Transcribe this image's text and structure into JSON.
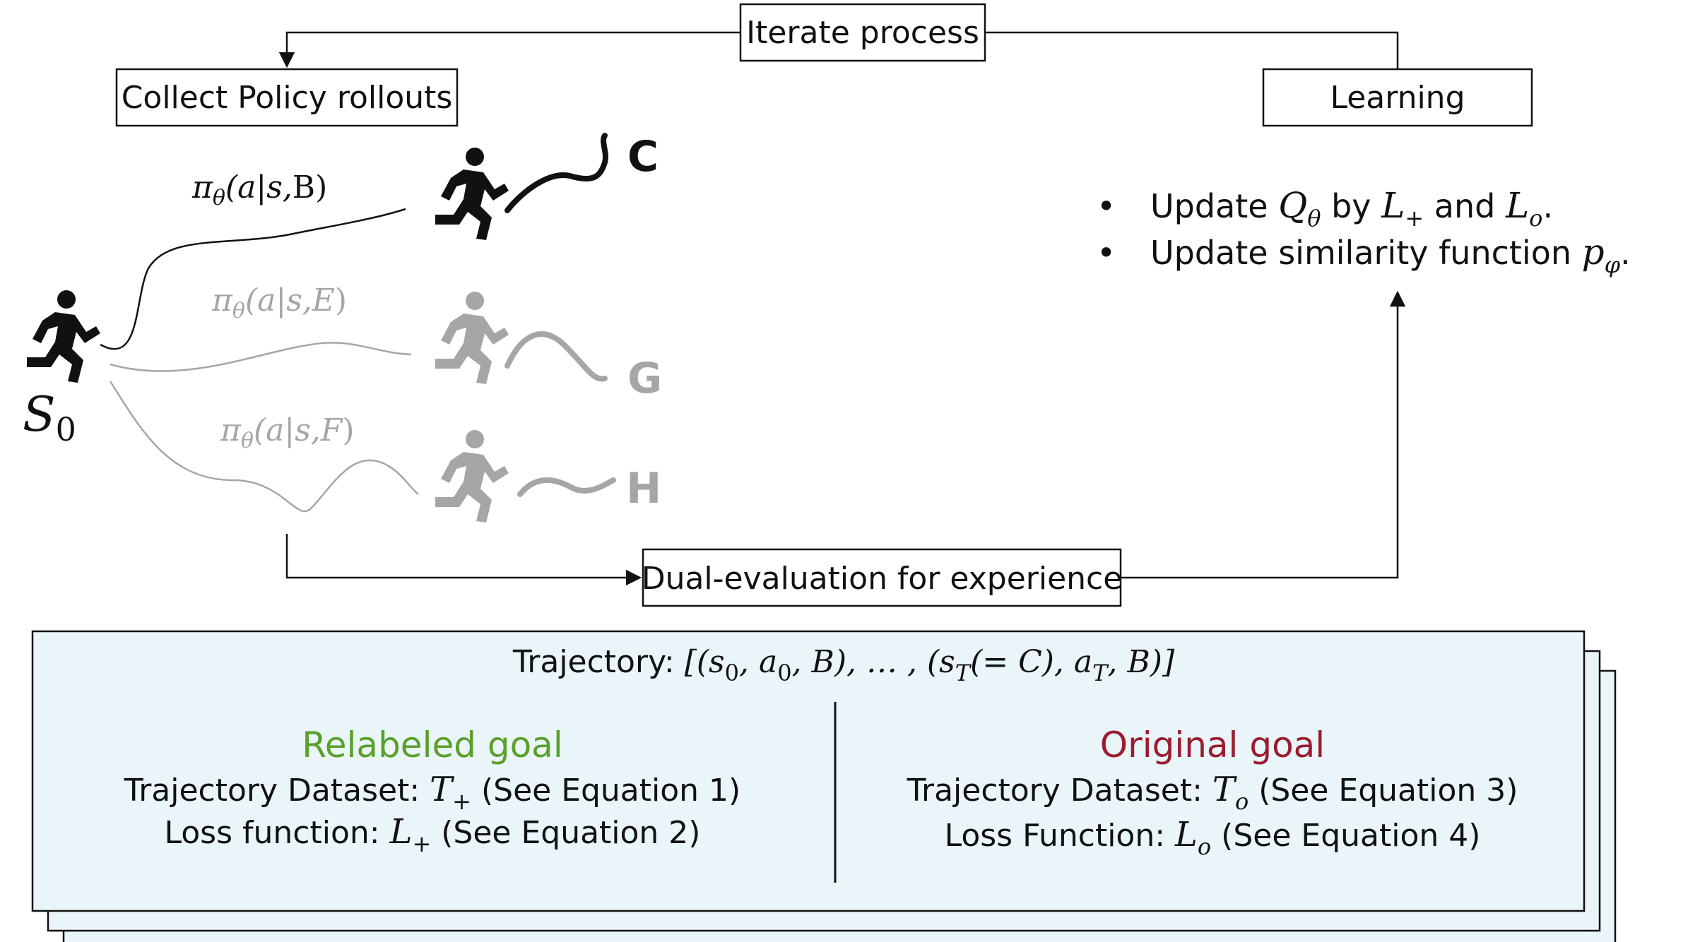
{
  "colors": {
    "accent_green": "#5aa02c",
    "accent_red": "#9b1b30",
    "panel_fill": "#eaf5f9",
    "gray": "#a6a6a6",
    "line": "#111111"
  },
  "icons": [
    "runner-icon"
  ],
  "boxes": {
    "iterate": "Iterate process",
    "collect": "Collect Policy rollouts",
    "learning": "Learning",
    "dual": "Dual-evaluation for experience"
  },
  "start_state": {
    "base": "S",
    "sub": "0"
  },
  "policies": [
    {
      "pi": "π",
      "sub": "θ",
      "args": "(a|s,",
      "goal": "B",
      "close": ")"
    },
    {
      "pi": "π",
      "sub": "θ",
      "args": "(a|s,",
      "goal": "E",
      "close": ")"
    },
    {
      "pi": "π",
      "sub": "θ",
      "args": "(a|s,",
      "goal": "F",
      "close": ")"
    }
  ],
  "goals": [
    "C",
    "G",
    "H"
  ],
  "learning_bullets": {
    "bullet": "•",
    "b1": {
      "prefix": "Update ",
      "q": "Q",
      "q_sub": "θ",
      "mid": " by ",
      "l1": "L",
      "l1_sub": "+",
      "and": " and ",
      "l2": "L",
      "l2_sub": "o",
      "end": "."
    },
    "b2": {
      "prefix": "Update similarity function ",
      "p": "p",
      "p_sub": "φ",
      "end": "."
    }
  },
  "panel": {
    "trajectory_label": "Trajectory: ",
    "trajectory_expr": "[(s₀, a₀, B), … , (s_T(= C), a_T, B)]",
    "t_open": "[(s",
    "t_s0_sub": "0",
    "t_a": ", a",
    "t_a0_sub": "0",
    "t_b": ", B), … , (s",
    "t_sT_sub": "T",
    "t_eq": "(= C), a",
    "t_aT_sub": "T",
    "t_close": ", B)]",
    "left": {
      "title": "Relabeled goal",
      "line1_prefix": "Trajectory Dataset: ",
      "line1_sym": "T",
      "line1_sub": "+",
      "line1_suffix": " (See Equation 1)",
      "line2_prefix": "Loss function: ",
      "line2_sym": "L",
      "line2_sub": "+",
      "line2_suffix": " (See Equation 2)"
    },
    "right": {
      "title": "Original goal",
      "line1_prefix": "Trajectory Dataset: ",
      "line1_sym": "T",
      "line1_sub": "o",
      "line1_suffix": " (See Equation 3)",
      "line2_prefix": "Loss Function: ",
      "line2_sym": "L",
      "line2_sub": "o",
      "line2_suffix": " (See Equation 4)"
    }
  }
}
